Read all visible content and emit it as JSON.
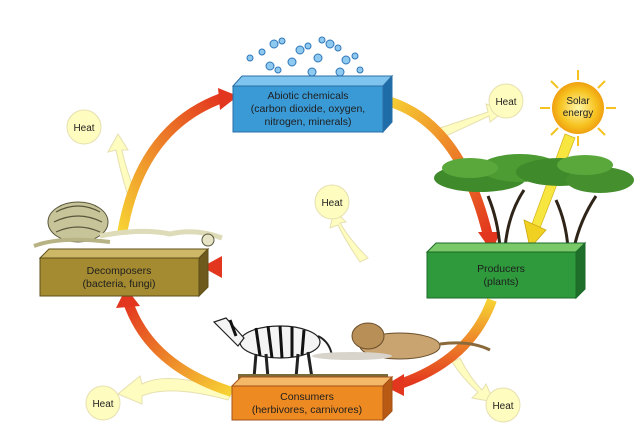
{
  "boxes": {
    "abiotic": {
      "line1": "Abiotic chemicals",
      "line2": "(carbon dioxide, oxygen,",
      "line3": "nitrogen, minerals)"
    },
    "producers": {
      "line1": "Producers",
      "line2": "(plants)"
    },
    "consumers": {
      "line1": "Consumers",
      "line2": "(herbivores, carnivores)"
    },
    "decomposers": {
      "line1": "Decomposers",
      "line2": "(bacteria, fungi)"
    }
  },
  "heat_label": "Heat",
  "solar": {
    "line1": "Solar",
    "line2": "energy"
  },
  "colors": {
    "abiotic": "#3a9ad6",
    "producers": "#2e9a3c",
    "consumers": "#ee8a22",
    "decomposers": "#a48a30",
    "arrow_red": "#e3361e",
    "arrow_yellow": "#f7d334",
    "heat_fill": "#fffcbf",
    "sun": "#f6c21f"
  }
}
